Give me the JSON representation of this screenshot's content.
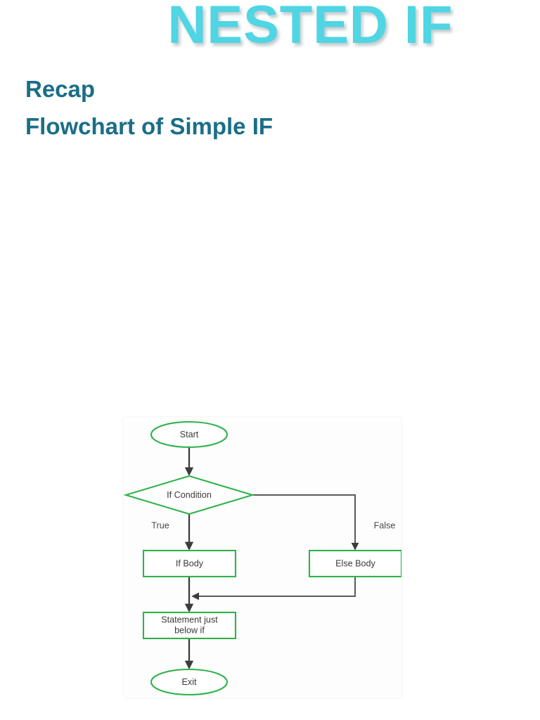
{
  "slide": {
    "title": "NESTED IF",
    "title_color": "#4FD5E3",
    "heading_color": "#1A6E87",
    "headings": [
      {
        "text": "Recap"
      },
      {
        "text": "Flowchart of Simple IF"
      }
    ]
  },
  "chart_data": {
    "type": "diagram",
    "diagram_kind": "flowchart",
    "title": "Flowchart of Simple IF",
    "shape_stroke_color": "#2FB24C",
    "shape_fill_color": "#FFFFFF",
    "edge_color": "#3C3C3C",
    "nodes": [
      {
        "id": "start",
        "shape": "ellipse",
        "label": "Start"
      },
      {
        "id": "condition",
        "shape": "diamond",
        "label": "If Condition"
      },
      {
        "id": "if_body",
        "shape": "rectangle",
        "label": "If Body"
      },
      {
        "id": "else_body",
        "shape": "rectangle",
        "label": "Else Body"
      },
      {
        "id": "statement",
        "shape": "rectangle",
        "label_line_1": "Statement just",
        "label_line_2": "below if"
      },
      {
        "id": "exit",
        "shape": "ellipse",
        "label": "Exit"
      }
    ],
    "edges": [
      {
        "from": "start",
        "to": "condition",
        "label": ""
      },
      {
        "from": "condition",
        "to": "if_body",
        "label": "True"
      },
      {
        "from": "condition",
        "to": "else_body",
        "label": "False"
      },
      {
        "from": "if_body",
        "to": "statement",
        "label": ""
      },
      {
        "from": "else_body",
        "to": "statement",
        "label": ""
      },
      {
        "from": "statement",
        "to": "exit",
        "label": ""
      }
    ],
    "branch_labels": {
      "true": "True",
      "false": "False"
    }
  }
}
